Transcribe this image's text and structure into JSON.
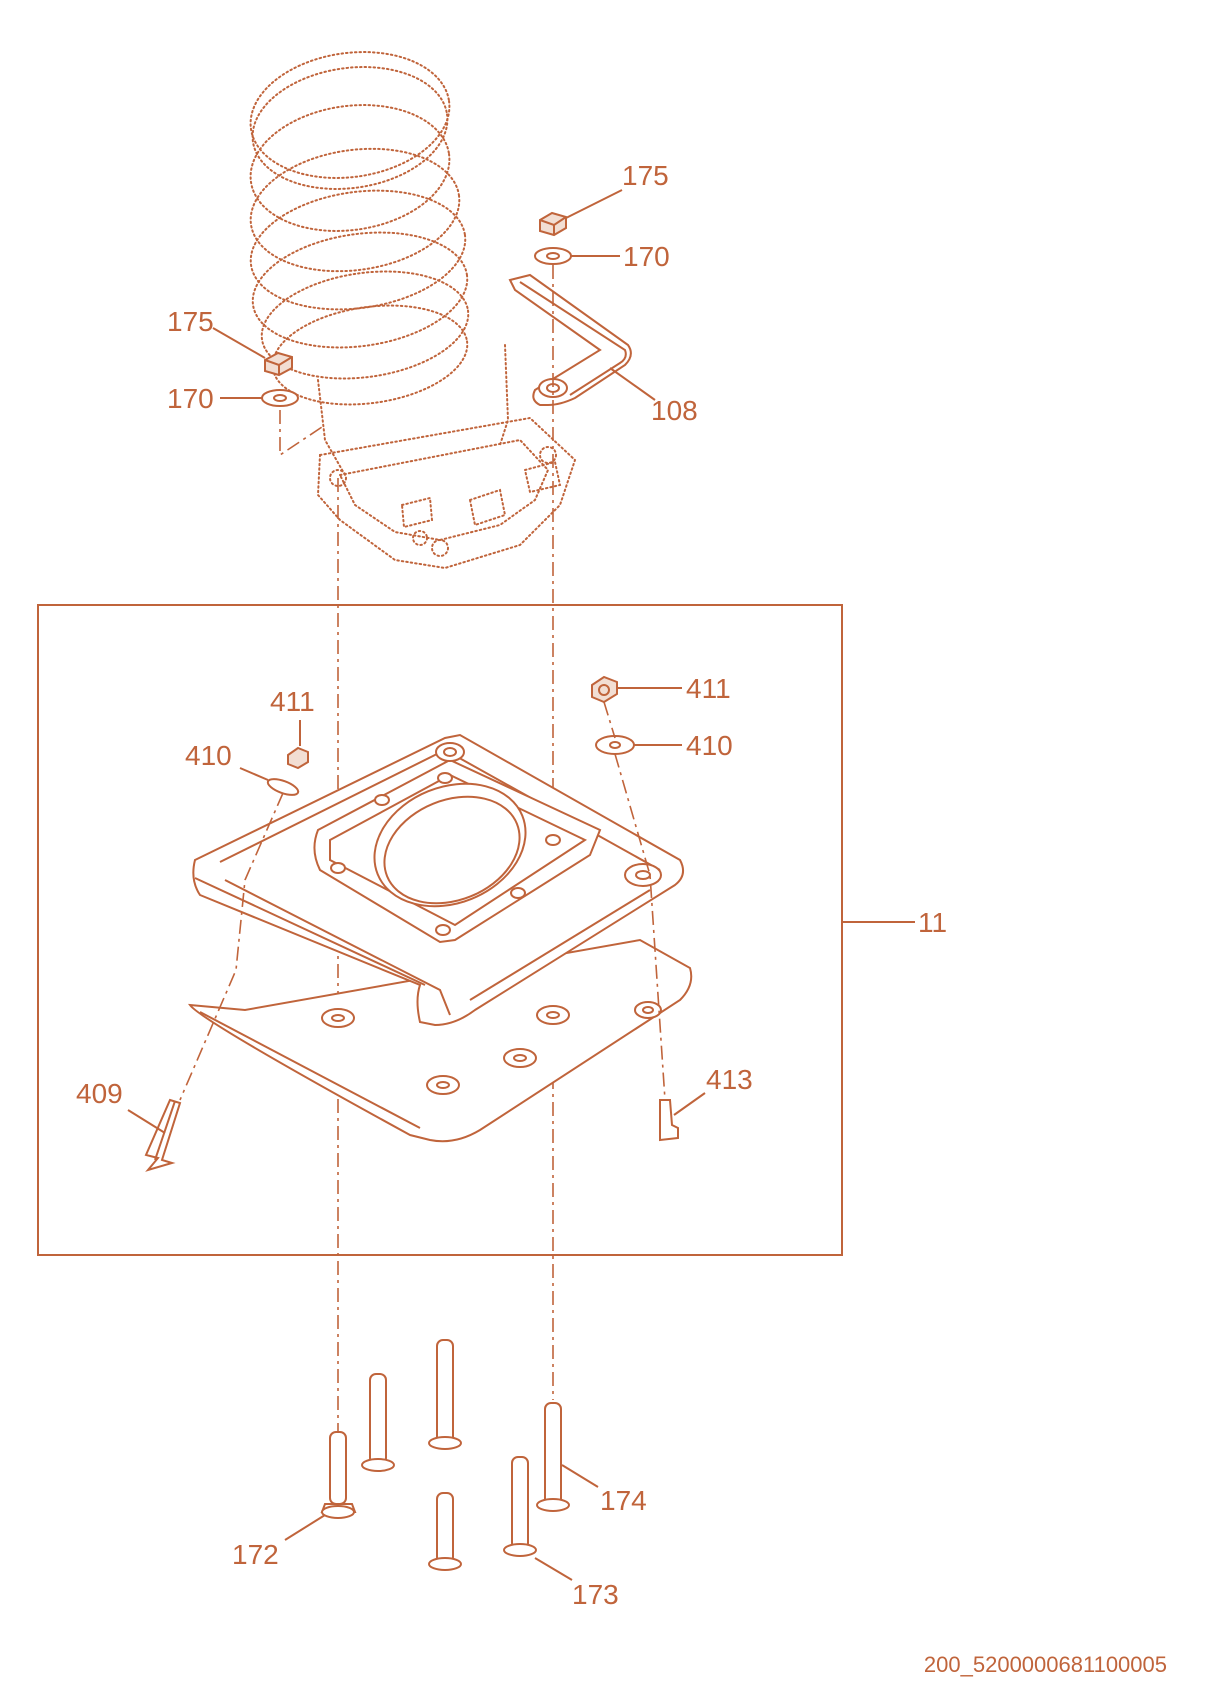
{
  "drawing_ref": "200_5200000681100005",
  "colors": {
    "line": "#c0643b",
    "background": "#ffffff"
  },
  "labels": {
    "175_right": "175",
    "170_right": "170",
    "175_left": "175",
    "170_left": "170",
    "108": "108",
    "411_left": "411",
    "410_left": "410",
    "411_right": "411",
    "410_right": "410",
    "11": "11",
    "409": "409",
    "413": "413",
    "172": "172",
    "173": "173",
    "174": "174"
  }
}
